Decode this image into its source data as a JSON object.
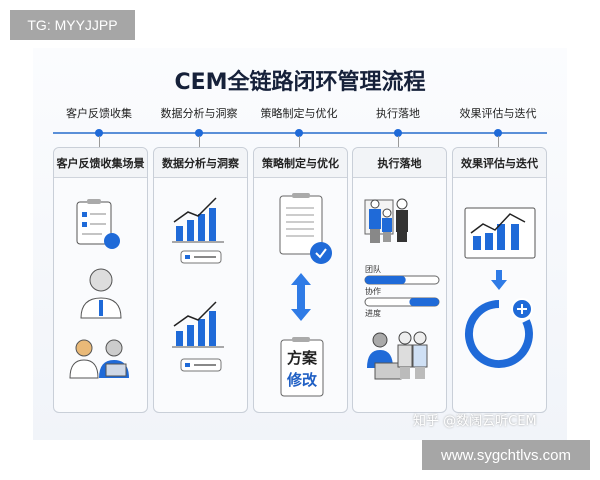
{
  "watermark_top": "TG: MYYJJPP",
  "watermark_bottom": "www.sygchtlvs.com",
  "title": "CEM全链路闭环管理流程",
  "timeline": [
    "客户反馈收集",
    "数据分析与洞察",
    "策略制定与优化",
    "执行落地",
    "效果评估与迭代"
  ],
  "cards": [
    "客户反馈收集场景",
    "数据分析与洞察",
    "策略制定与优化",
    "执行落地",
    "效果评估与迭代"
  ],
  "strategy_doc": {
    "line1": "方案",
    "line2": "修改"
  },
  "progress": [
    {
      "label": "团队",
      "value": 0.55
    },
    {
      "label": "协作",
      "value": 0.4
    },
    {
      "label": "进度",
      "value": null
    }
  ],
  "credit": "知乎 @数阔云听CEM",
  "accent": "#1f6ad8"
}
